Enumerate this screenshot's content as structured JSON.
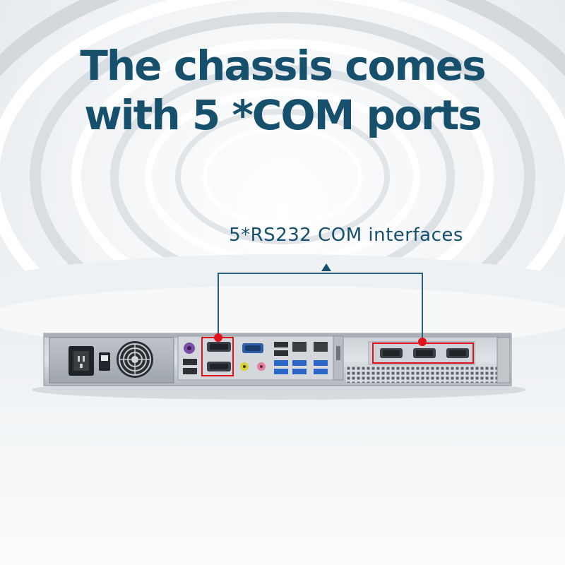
{
  "headline": {
    "line1": "The chassis comes",
    "line2": "with 5 *COM ports"
  },
  "callout": {
    "label": "5*RS232 COM interfaces"
  },
  "colors": {
    "brand_text": "#16506d",
    "callout_line": "#2c5f7a",
    "highlight": "#e0121b"
  },
  "product": {
    "name": "1U rackmount chassis rear panel",
    "com_port_count": 5
  }
}
